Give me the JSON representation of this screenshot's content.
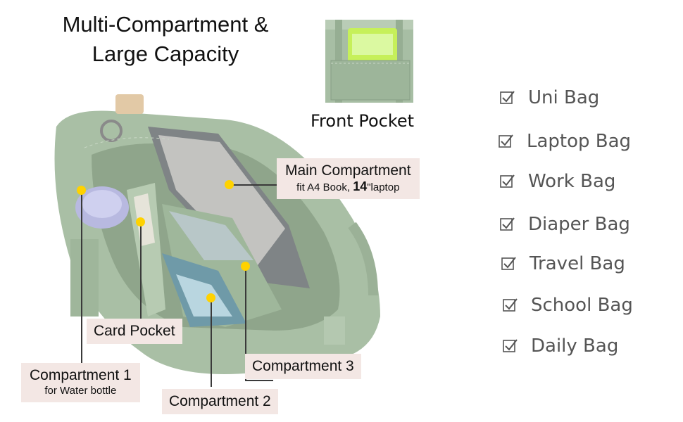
{
  "headline": {
    "line1": "Multi-Compartment &",
    "line2": "Large Capacity"
  },
  "front_pocket": {
    "label": "Front Pocket"
  },
  "callouts": {
    "main": {
      "title": "Main Compartment",
      "sub_prefix": "fit A4 Book,",
      "size": "14",
      "sub_suffix": "\"laptop"
    },
    "card": {
      "title": "Card Pocket"
    },
    "comp1": {
      "title": "Compartment 1",
      "sub": "for Water bottle"
    },
    "comp2": {
      "title": "Compartment 2"
    },
    "comp3": {
      "title": "Compartment 3"
    }
  },
  "features": [
    "Uni Bag",
    "Laptop Bag",
    "Work Bag",
    "Diaper Bag",
    "Travel Bag",
    "School Bag",
    "Daily Bag"
  ],
  "colors": {
    "bag_green": "#a9bfa5",
    "callout_bg": "#f3e7e4",
    "dot_yellow": "#ffd200"
  }
}
